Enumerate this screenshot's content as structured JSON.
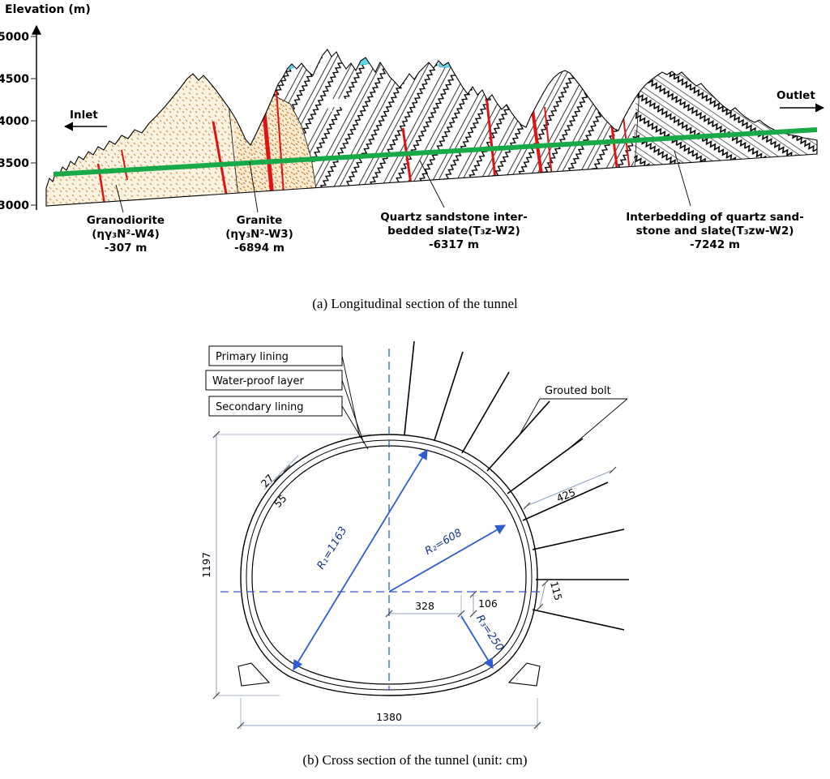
{
  "colors": {
    "tunnel_line_green": "#18a948",
    "fault_red": "#e31212",
    "centerline_blue": "#2f5bd0",
    "glacier_cyan": "#63d8ea",
    "granite_orange": "#cf8a3c"
  },
  "pa": {
    "caption": "(a) Longitudinal section of the tunnel",
    "axis_title": "Elevation (m)",
    "ticks": [
      "5000",
      "4500",
      "4000",
      "3500",
      "3000"
    ],
    "inlet": "Inlet",
    "outlet": "Outlet",
    "formations": [
      {
        "l1": "Granodiorite",
        "l2": "(ηγ₃N²-W4)",
        "l3": "-307 m"
      },
      {
        "l1": "Granite",
        "l2": "(ηγ₃N²-W3)",
        "l3": "-6894 m"
      },
      {
        "l1": "Quartz sandstone inter-",
        "l2": "bedded slate(T₃z-W2)",
        "l3": "-6317 m"
      },
      {
        "l1": "Interbedding of quartz sand-",
        "l2": "stone and slate(T₃zw-W2)",
        "l3": "-7242 m"
      }
    ]
  },
  "pb": {
    "caption": "(b) Cross section of the tunnel (unit: cm)",
    "labels": {
      "primary": "Primary lining",
      "waterproof": "Water-proof layer",
      "secondary": "Secondary lining",
      "bolt": "Grouted bolt"
    },
    "radii": {
      "r1": "R₁=1163",
      "r2": "R₂=608",
      "r3": "R₃=250"
    },
    "dims": {
      "height": "1197",
      "width": "1380",
      "dx": "328",
      "dy": "106",
      "bolt_len": "425",
      "spacing": "115",
      "t27": "27",
      "t55": "55"
    }
  }
}
